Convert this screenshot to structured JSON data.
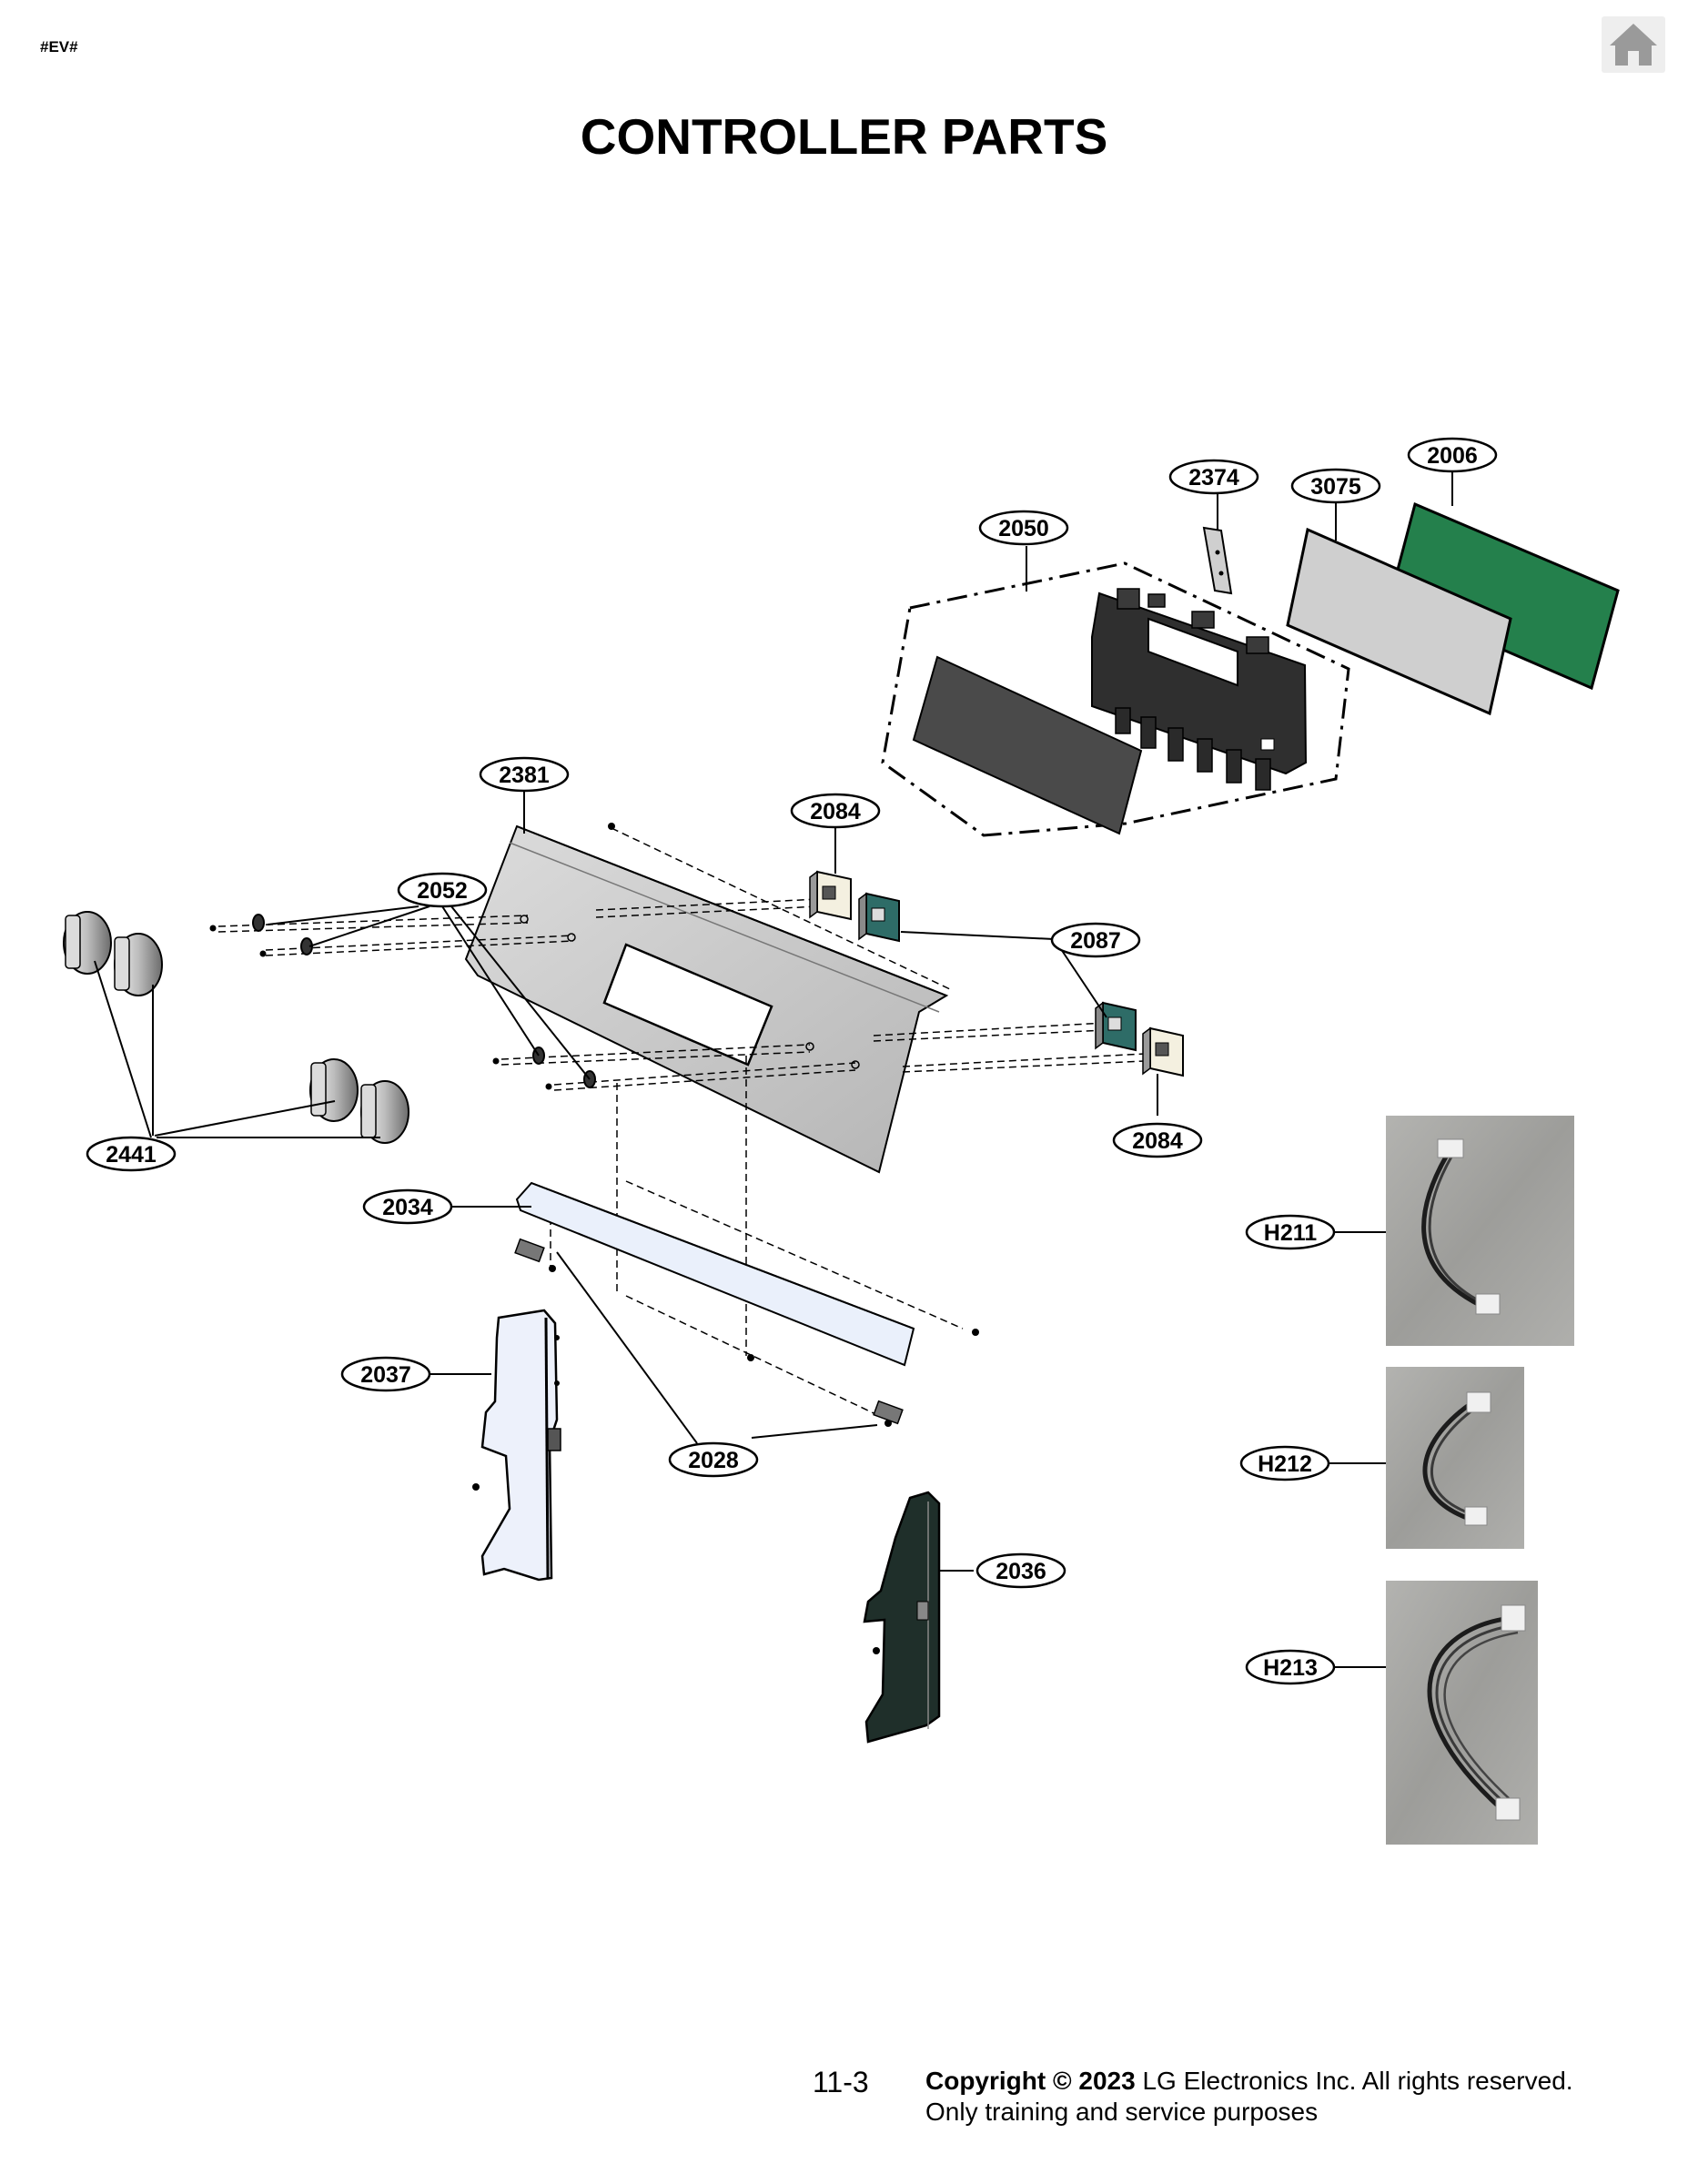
{
  "doc_tag": "#EV#",
  "title": "CONTROLLER PARTS",
  "home_icon": "home-icon",
  "callouts": [
    "2006",
    "2374",
    "3075",
    "2050",
    "2381",
    "2084",
    "2052",
    "2087",
    "2441",
    "2084",
    "2034",
    "2037",
    "2028",
    "2036",
    "H211",
    "H212",
    "H213"
  ],
  "footer": {
    "page_number": "11-3",
    "copyright_prefix": "Copyright © 2023",
    "copyright_rest": " LG Electronics Inc. All rights reserved.",
    "purpose": "Only training and service purposes"
  },
  "colors": {
    "pcb": "#24804c",
    "lcd": "#cfcfcf",
    "glass": "#4a4a4a",
    "housing": "#2a2a2a",
    "panel": "#c8c8c8"
  }
}
